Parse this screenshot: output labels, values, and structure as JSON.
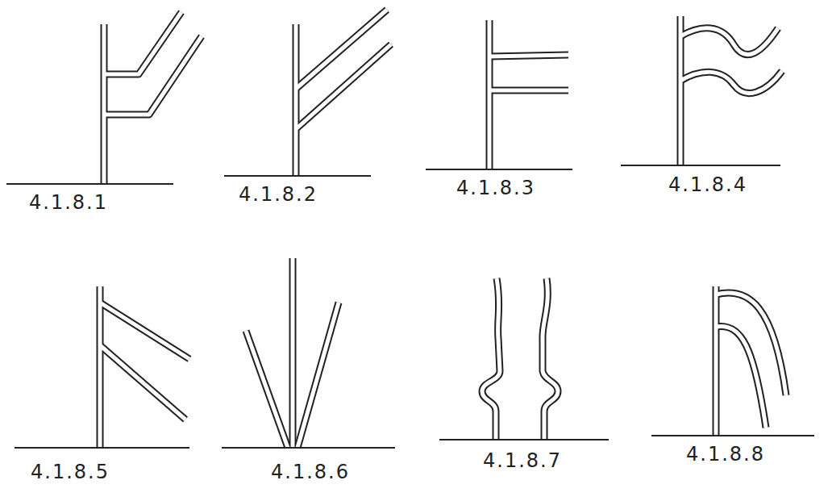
{
  "diagram": {
    "labels": [
      "4.1.8.1",
      "4.1.8.2",
      "4.1.8.3",
      "4.1.8.4",
      "4.1.8.5",
      "4.1.8.6",
      "4.1.8.7",
      "4.1.8.8"
    ]
  }
}
